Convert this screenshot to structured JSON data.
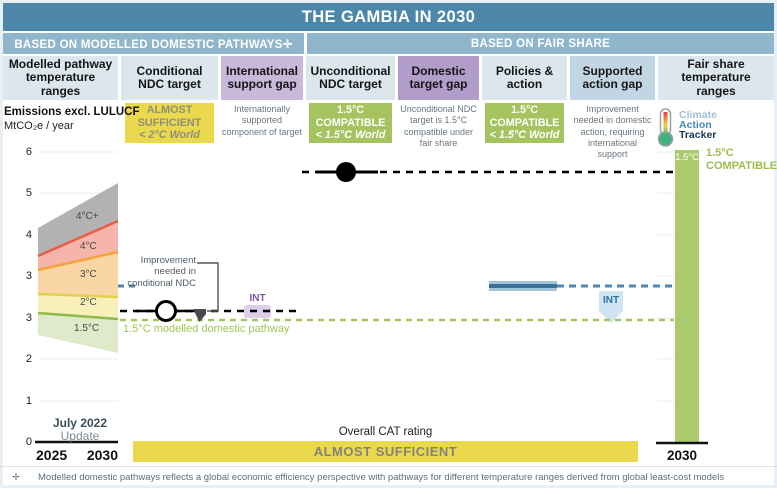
{
  "title": "THE GAMBIA IN 2030",
  "sections": {
    "left": "BASED ON MODELLED DOMESTIC PATHWAYS✛",
    "right": "BASED ON FAIR SHARE"
  },
  "columns": [
    {
      "label": "Modelled pathway temperature ranges"
    },
    {
      "label": "Conditional NDC target",
      "rating": "ALMOST SUFFICIENT",
      "world": "< 2°C World"
    },
    {
      "label": "International support gap",
      "note": "Internationally supported component of target"
    },
    {
      "label": "Unconditional NDC target",
      "rating": "1.5°C COMPATIBLE",
      "world": "< 1.5°C World"
    },
    {
      "label": "Domestic target gap",
      "note": "Unconditional NDC target is 1.5°C compatible under fair share"
    },
    {
      "label": "Policies & action",
      "rating": "1.5°C COMPATIBLE",
      "world": "< 1.5°C World"
    },
    {
      "label": "Supported action gap",
      "note": "Improvement needed in domestic action, requiring international support"
    },
    {
      "label": "Fair share temperature ranges"
    }
  ],
  "axis": {
    "label_line1": "Emissions excl. LULUCF",
    "label_line2": "MtCO₂e / year",
    "yticks": [
      "6",
      "5",
      "4",
      "3",
      "3",
      "2",
      "1",
      "0"
    ],
    "x_left_start": "2025",
    "x_left_end": "2030",
    "x_right_end": "2030",
    "update_line1": "July 2022",
    "update_line2": "Update"
  },
  "fan_labels": [
    "4°C+",
    "4°C",
    "3°C",
    "2°C",
    "1.5°C"
  ],
  "annotations": {
    "improvement_conditional": "Improvement needed in conditional NDC",
    "domestic_pathway": "1.5°C modelled domestic pathway",
    "int_label": "INT",
    "bar_label_15": "1.5°C",
    "compatible_label": "1.5°C COMPATIBLE"
  },
  "logo": {
    "line1": "Climate",
    "line2": "Action",
    "line3": "Tracker"
  },
  "overall": {
    "caption": "Overall CAT rating",
    "rating": "ALMOST SUFFICIENT"
  },
  "footnote": {
    "symbol": "✛",
    "text": "Modelled domestic pathways reflects a global economic efficiency perspective with pathways for different temperature ranges derived from global least-cost models"
  },
  "colors": {
    "header_blue": "#4c86a8",
    "subheader_blue": "#90b6cb",
    "column_light": "#dbe6ed",
    "purple_light": "#c9b8d9",
    "purple_dark": "#b29cc9",
    "gap_blue": "#c2d5e2",
    "rating_yellow": "#ebd94d",
    "rating_green": "#a5c45f",
    "policies_blue": "#4d86b0",
    "pathway_green": "#a3c75c",
    "fan_gray": "#b2b2b2",
    "fan_red": "#e95c47",
    "fan_orange": "#f1a53b",
    "fan_yellow": "#e0d24d",
    "fan_green": "#8dbb51"
  },
  "chart_data": {
    "type": "area",
    "title": "THE GAMBIA IN 2030",
    "ylabel": "Emissions excl. LULUCF, MtCO₂e / year",
    "ylim": [
      0,
      6
    ],
    "yticks_rendered": [
      "6",
      "5",
      "4",
      "3",
      "3",
      "2",
      "1",
      "0"
    ],
    "x_years": [
      2025,
      2030
    ],
    "modelled_pathway_bands": [
      {
        "name": "4°C+",
        "upper": [
          4.4,
          5.4
        ],
        "lower": [
          3.8,
          4.6
        ]
      },
      {
        "name": "4°C",
        "upper": [
          3.8,
          4.6
        ],
        "lower": [
          3.6,
          3.9
        ]
      },
      {
        "name": "3°C",
        "upper": [
          3.6,
          3.9
        ],
        "lower": [
          3.1,
          3.0
        ]
      },
      {
        "name": "2°C",
        "upper": [
          3.1,
          3.0
        ],
        "lower": [
          2.7,
          2.5
        ]
      },
      {
        "name": "1.5°C",
        "upper": [
          2.7,
          2.5
        ],
        "lower": [
          2.2,
          1.8
        ]
      }
    ],
    "indicators_2030": {
      "conditional_ndc_target": 2.7,
      "modelled_domestic_pathway_1p5C": 2.5,
      "unconditional_ndc_target_fair_share": 5.6,
      "policies_and_action_range": [
        3.1,
        3.3
      ],
      "fair_share_1p5C_range": [
        0,
        6.0
      ]
    },
    "ratings": {
      "conditional_ndc_target": "ALMOST SUFFICIENT (< 2°C World)",
      "unconditional_ndc_target": "1.5°C COMPATIBLE (< 1.5°C World)",
      "policies_and_action": "1.5°C COMPATIBLE (< 1.5°C World)",
      "overall_cat_rating": "ALMOST SUFFICIENT"
    },
    "legend_position": "columns across top",
    "grid": true
  }
}
